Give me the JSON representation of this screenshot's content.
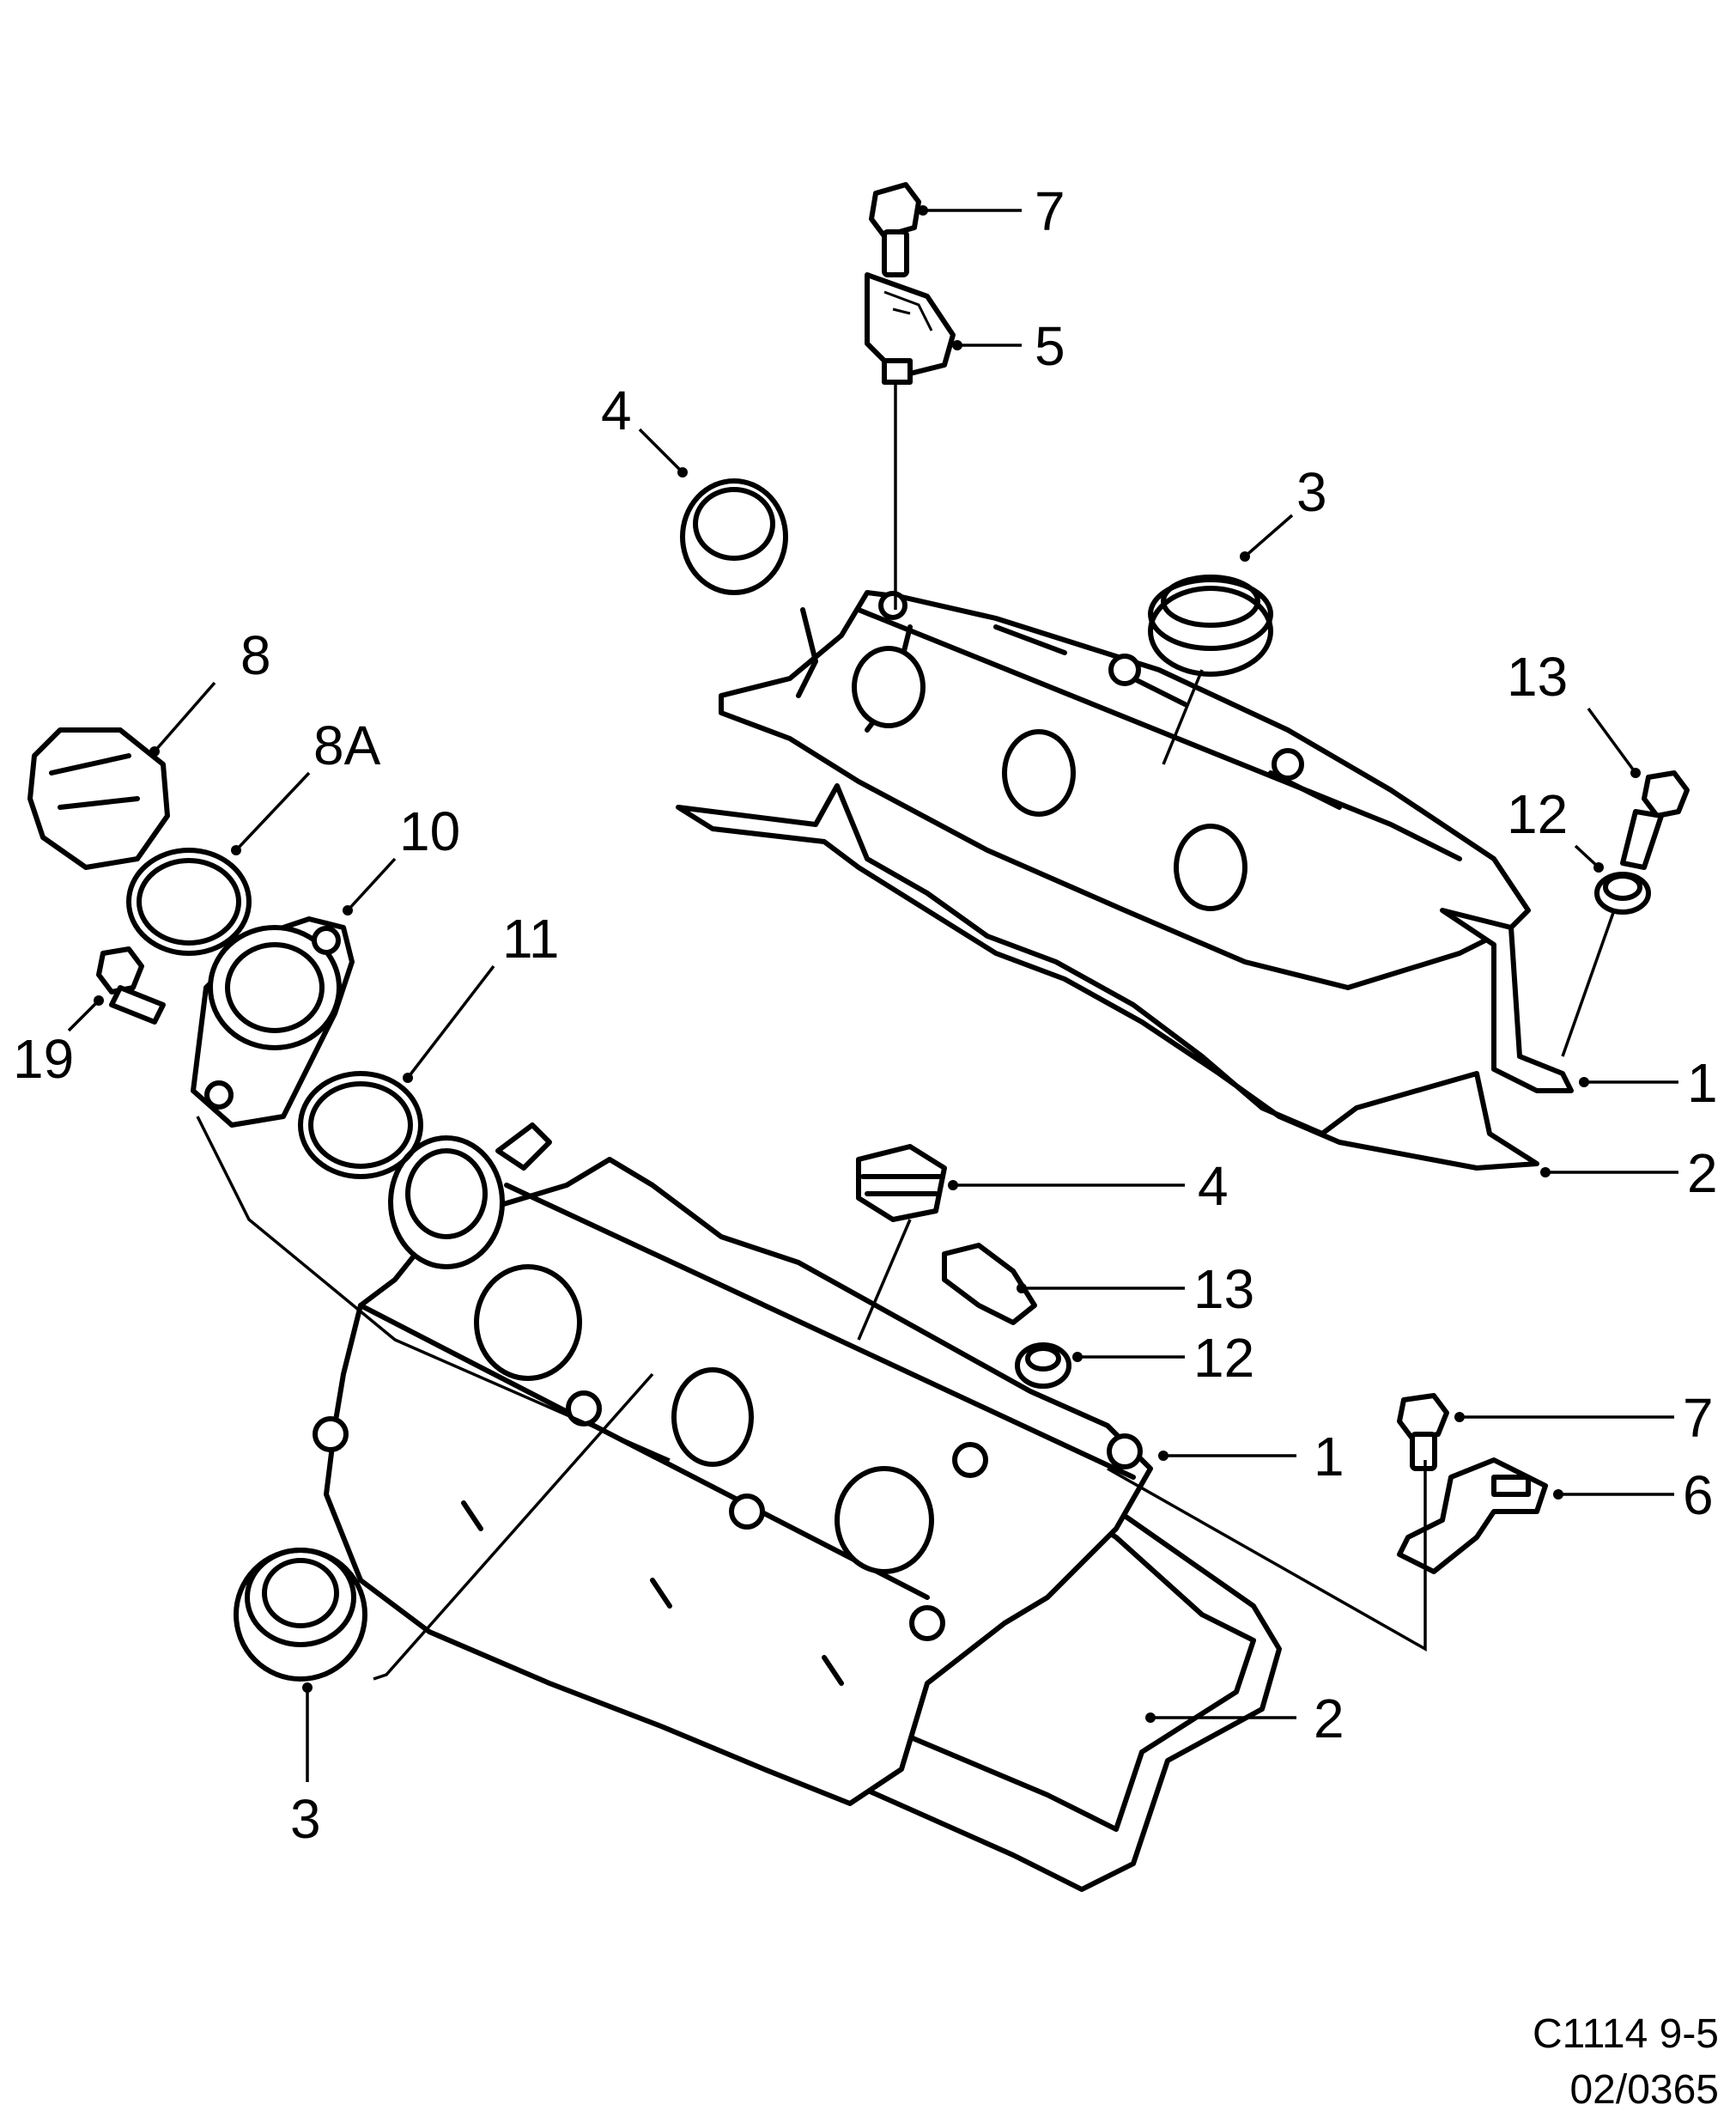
{
  "callouts": [
    {
      "label": "7"
    },
    {
      "label": "5"
    },
    {
      "label": "4"
    },
    {
      "label": "3"
    },
    {
      "label": "8"
    },
    {
      "label": "8A"
    },
    {
      "label": "10"
    },
    {
      "label": "11"
    },
    {
      "label": "19"
    },
    {
      "label": "13"
    },
    {
      "label": "12"
    },
    {
      "label": "1"
    },
    {
      "label": "2"
    },
    {
      "label": "4"
    },
    {
      "label": "13"
    },
    {
      "label": "12"
    },
    {
      "label": "7"
    },
    {
      "label": "1"
    },
    {
      "label": "6"
    },
    {
      "label": "2"
    },
    {
      "label": "3"
    }
  ],
  "footer": {
    "code": "C1114 9-5",
    "date": "02/0365"
  }
}
